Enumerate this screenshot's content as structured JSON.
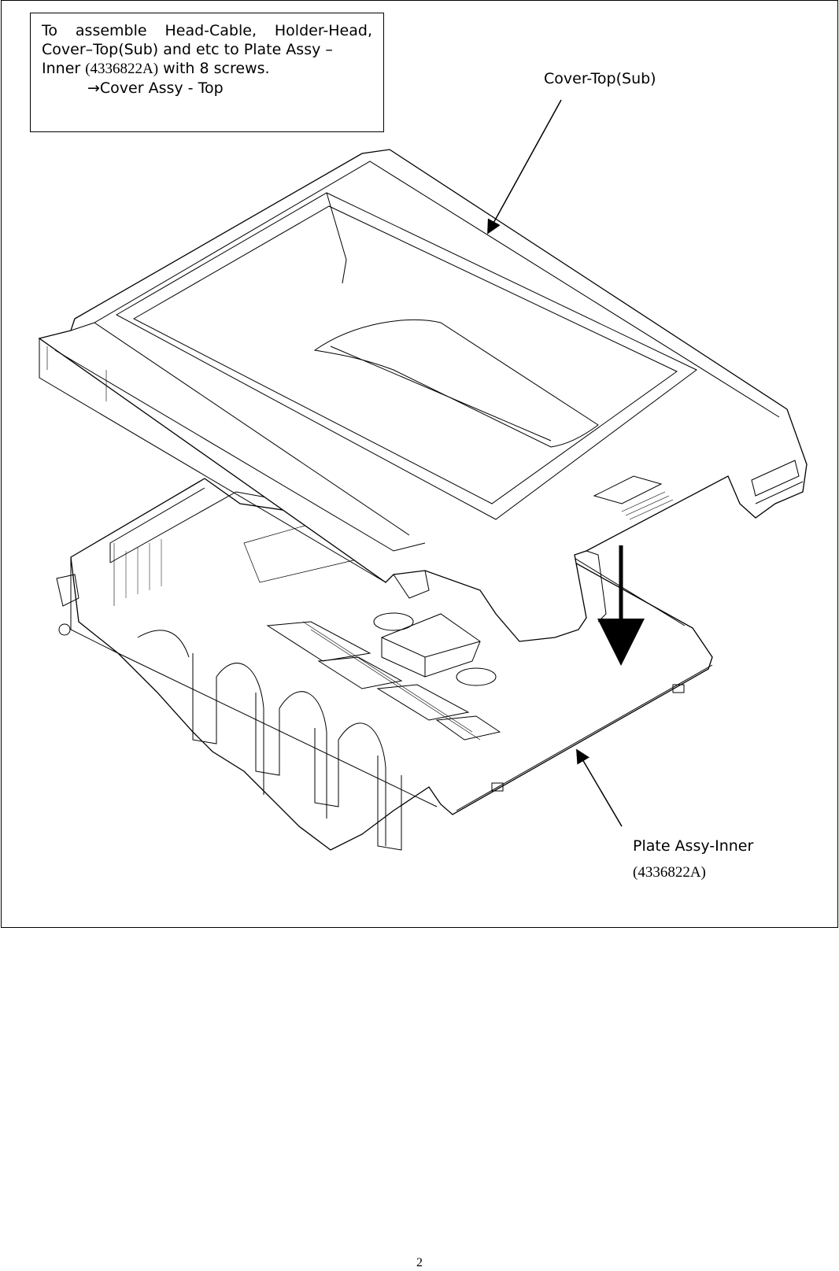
{
  "note": {
    "line1": "To  assemble  Head-Cable,  Holder-Head,",
    "line2": "Cover–Top(Sub) and etc to Plate Assy –",
    "line3_a": "Inner ",
    "line3_part_no": "(4336822A)",
    "line3_b": "  with 8 screws.",
    "line4": "→Cover Assy - Top"
  },
  "labels": {
    "cover_top_sub": "Cover-Top(Sub)",
    "plate_assy_inner": "Plate Assy-Inner",
    "plate_assy_inner_part_no": "(4336822A)"
  },
  "page_number": "2"
}
